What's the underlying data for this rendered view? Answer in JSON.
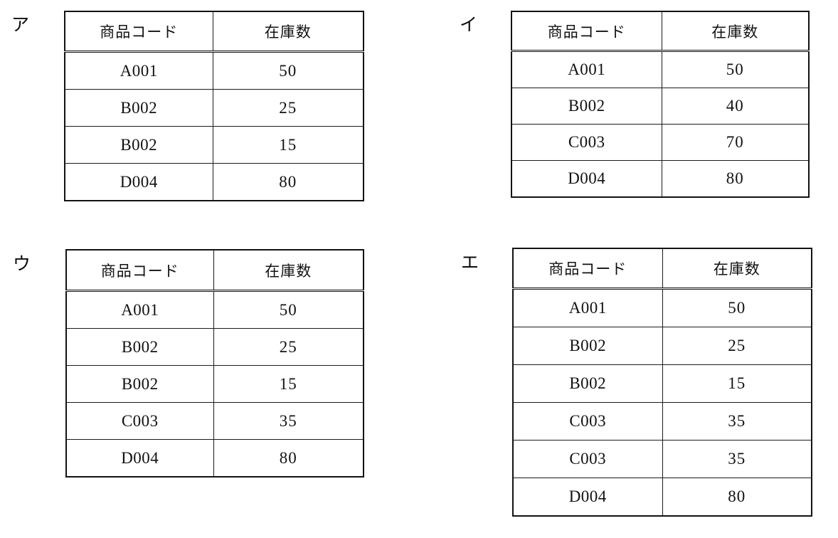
{
  "page": {
    "background": "#ffffff",
    "ink": "#111111"
  },
  "columns": {
    "code_header": "商品コード",
    "qty_header": "在庫数"
  },
  "options": [
    {
      "id": "option-a",
      "label": "ア",
      "headers": [
        "商品コード",
        "在庫数"
      ],
      "rows": [
        {
          "code": "A001",
          "qty": "50"
        },
        {
          "code": "B002",
          "qty": "25"
        },
        {
          "code": "B002",
          "qty": "15"
        },
        {
          "code": "D004",
          "qty": "80"
        }
      ]
    },
    {
      "id": "option-b",
      "label": "イ",
      "headers": [
        "商品コード",
        "在庫数"
      ],
      "rows": [
        {
          "code": "A001",
          "qty": "50"
        },
        {
          "code": "B002",
          "qty": "40"
        },
        {
          "code": "C003",
          "qty": "70"
        },
        {
          "code": "D004",
          "qty": "80"
        }
      ]
    },
    {
      "id": "option-c",
      "label": "ウ",
      "headers": [
        "商品コード",
        "在庫数"
      ],
      "rows": [
        {
          "code": "A001",
          "qty": "50"
        },
        {
          "code": "B002",
          "qty": "25"
        },
        {
          "code": "B002",
          "qty": "15"
        },
        {
          "code": "C003",
          "qty": "35"
        },
        {
          "code": "D004",
          "qty": "80"
        }
      ]
    },
    {
      "id": "option-d",
      "label": "エ",
      "headers": [
        "商品コード",
        "在庫数"
      ],
      "rows": [
        {
          "code": "A001",
          "qty": "50"
        },
        {
          "code": "B002",
          "qty": "25"
        },
        {
          "code": "B002",
          "qty": "15"
        },
        {
          "code": "C003",
          "qty": "35"
        },
        {
          "code": "C003",
          "qty": "35"
        },
        {
          "code": "D004",
          "qty": "80"
        }
      ]
    }
  ]
}
